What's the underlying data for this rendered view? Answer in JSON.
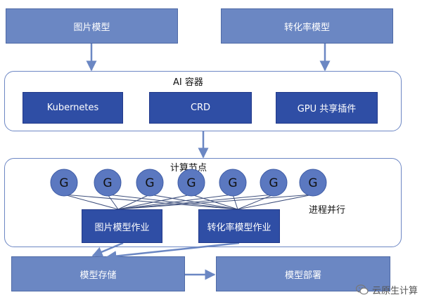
{
  "top": {
    "image_model": "图片模型",
    "conversion_model": "转化率模型"
  },
  "container": {
    "title": "AI 容器",
    "components": [
      "Kubernetes",
      "CRD",
      "GPU 共享插件"
    ]
  },
  "compute": {
    "title": "计算节点",
    "gpu_label": "G",
    "gpu_count": 7,
    "parallel_label": "进程并行",
    "jobs": [
      "图片模型作业",
      "转化率模型作业"
    ]
  },
  "bottom": {
    "storage": "模型存储",
    "deploy": "模型部署"
  },
  "watermark": {
    "text": "云原生计算",
    "icon": "wechat-icon"
  },
  "colors": {
    "light_box": "#6b87c3",
    "dark_box": "#2f4ea5",
    "border": "#6d87c4",
    "gpu": "#5b78c0"
  }
}
